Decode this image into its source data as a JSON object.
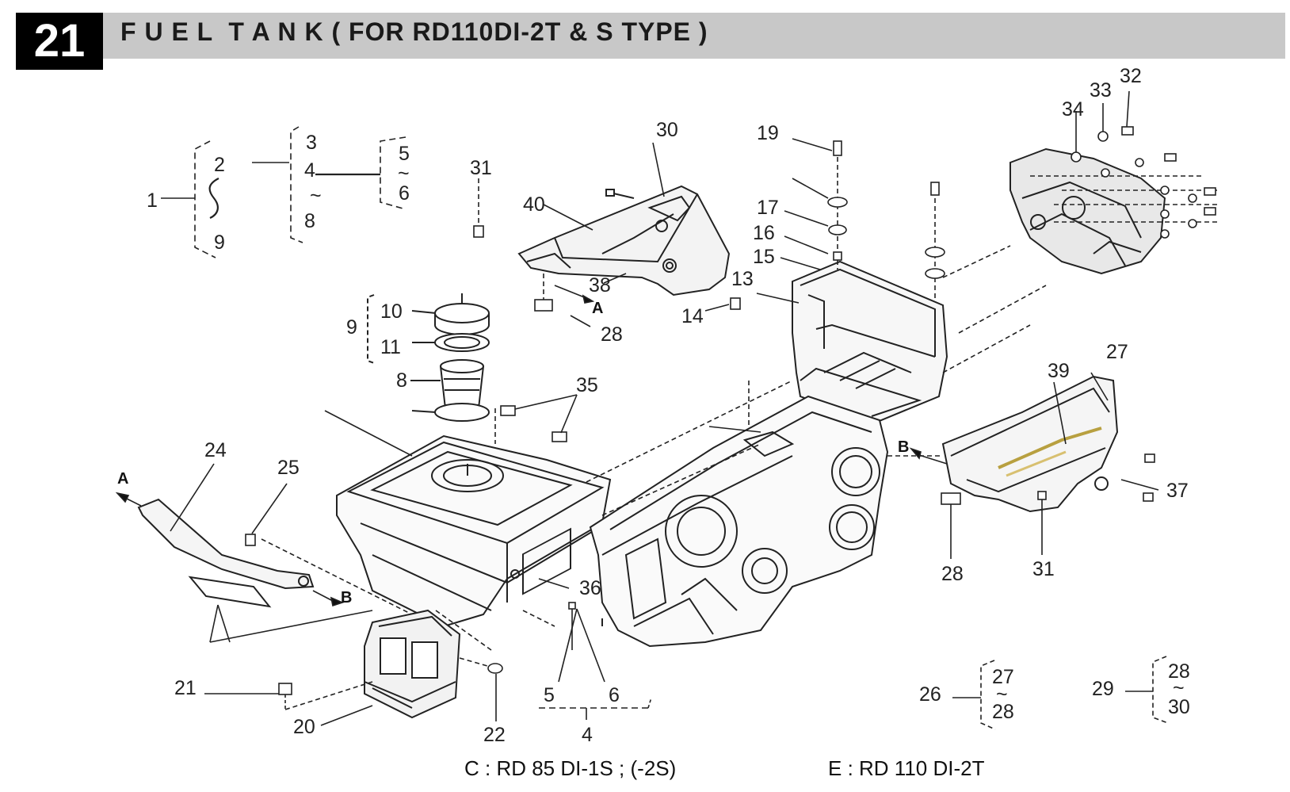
{
  "header": {
    "section_number": "21",
    "title": "F U E L  T A N K ( FOR RD110DI-2T & S TYPE )"
  },
  "labels": {
    "l1": "1",
    "l2": "2",
    "l3": "3",
    "l4": "4",
    "l5": "5",
    "l6": "6",
    "l8": "8",
    "l9": "9",
    "l31a": "31",
    "l30": "30",
    "l40": "40",
    "l38": "38",
    "l28a": "28",
    "l19": "19",
    "l17": "17",
    "l16": "16",
    "l15": "15",
    "l13": "13",
    "l14": "14",
    "l32": "32",
    "l33": "33",
    "l34": "34",
    "l9b": "9",
    "l10": "10",
    "l11": "11",
    "l8b": "8",
    "l35": "35",
    "l24": "24",
    "l25": "25",
    "l36": "36",
    "l21": "21",
    "l20": "20",
    "l22": "22",
    "l5b": "5",
    "l6b": "6",
    "l4b": "4",
    "l27": "27",
    "l39": "39",
    "l37": "37",
    "l28b": "28",
    "l31b": "31",
    "l26": "26",
    "l27b": "27",
    "l28c": "28",
    "l29": "29",
    "l28d": "28",
    "l30b": "30",
    "arrowA1": "A",
    "arrowA2": "A",
    "arrowB1": "B",
    "arrowB2": "B"
  },
  "captions": {
    "left": "C : RD 85 DI-1S ; (-2S)",
    "right": "E : RD 110 DI-2T"
  }
}
